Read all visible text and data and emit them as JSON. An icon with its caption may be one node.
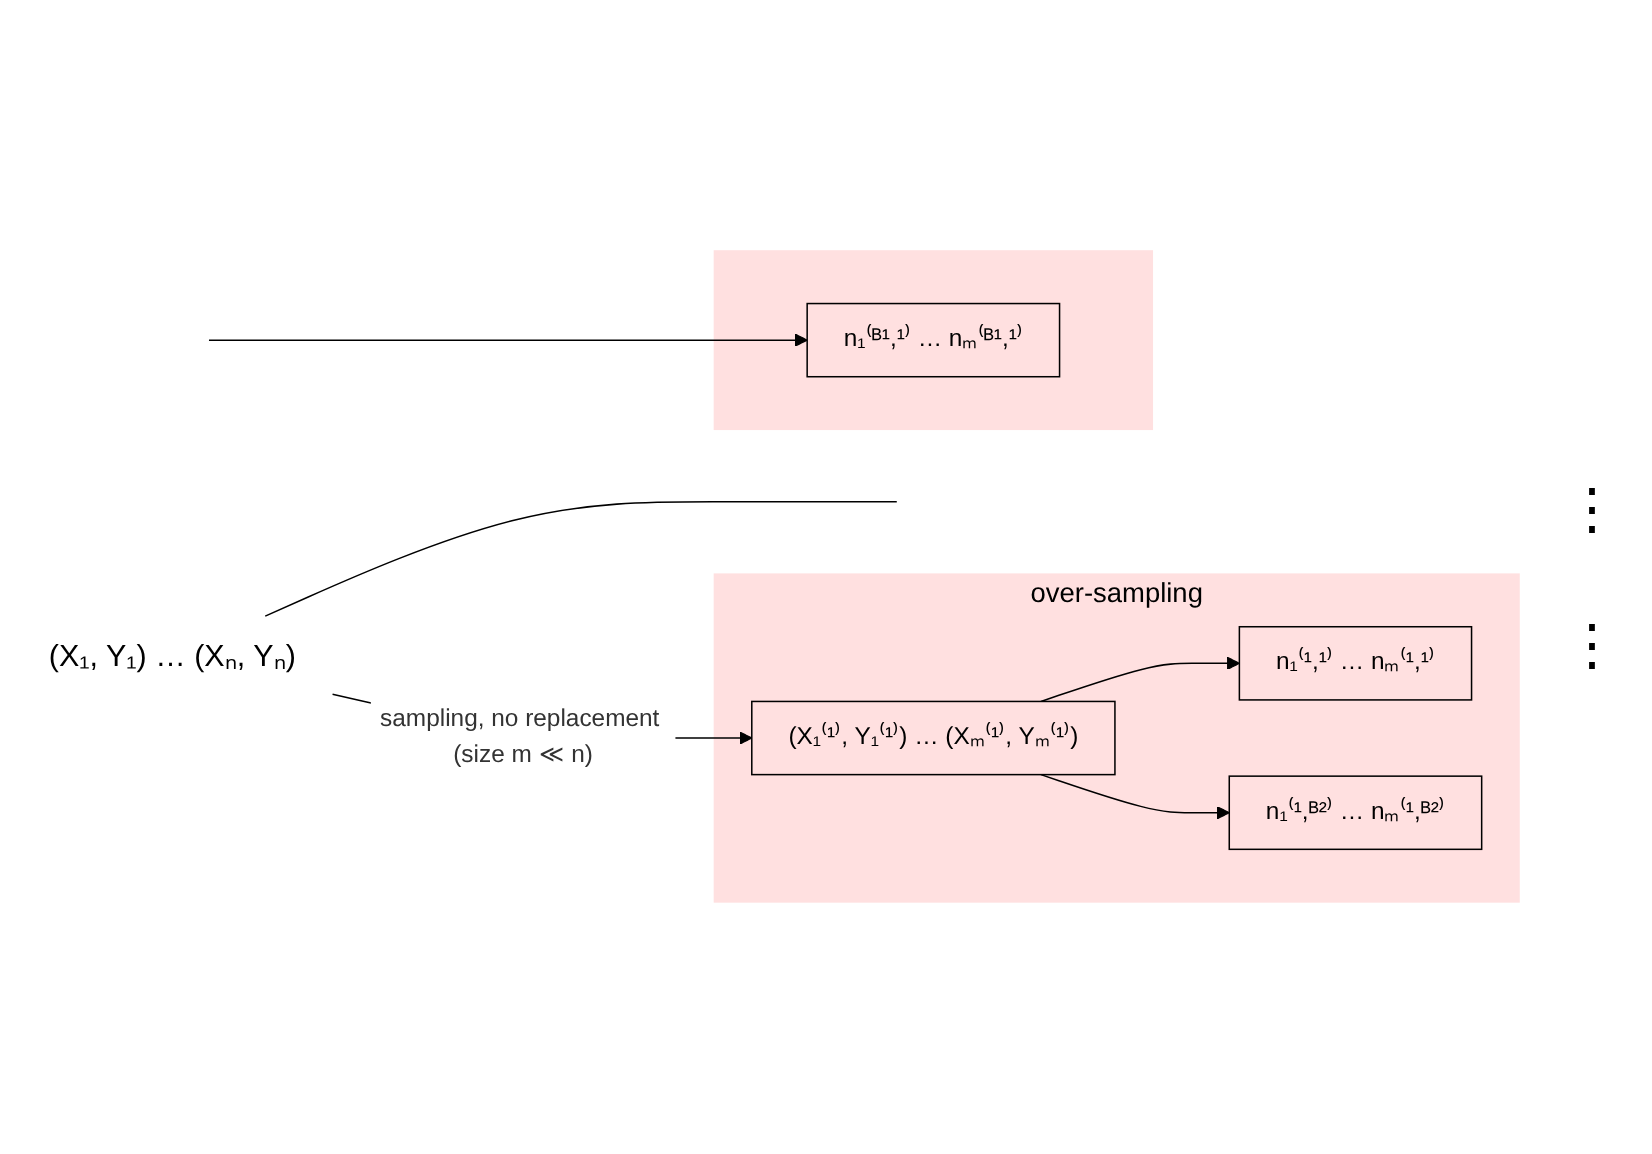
{
  "diagram": {
    "nodes": [
      {
        "text": [
          "over-sampling"
        ]
      },
      {
        "text": [
          "(X₁⁽¹⁾, Y₁⁽¹⁾) … (Xₘ⁽¹⁾, Yₘ⁽¹⁾)"
        ],
        "in": 0
      },
      {
        "text": [
          "n₁⁽¹,¹⁾ … nₘ⁽¹,¹⁾"
        ],
        "in": 0
      },
      {
        "text": [
          "n₁⁽¹,ᴮ²⁾ … nₘ⁽¹,ᴮ²⁾"
        ],
        "in": 0
      },
      {
        "text": [
          "(X₁, Y₁) … (Xₙ, Yₙ)"
        ]
      },
      {
        "text": [],
        "shape": "box"
      },
      {
        "text": [
          "n₁⁽ᴮ¹,¹⁾ … nₘ⁽ᴮ¹,¹⁾"
        ],
        "in": 5
      }
    ],
    "edges": [
      {
        "from": 4,
        "to": 1,
        "arrow": "to",
        "label": "sampling, no replacement (size m ≪ n)"
      },
      {
        "from": 1,
        "to": 2,
        "arrow": "to"
      },
      {
        "from": 1,
        "to": 3,
        "arrow": "to"
      },
      {
        "from": 4,
        "to": null,
        "arrow": "none"
      },
      {
        "from": null,
        "to": 6,
        "arrow": "to"
      }
    ],
    "labels": [
      "⋮",
      "⋮"
    ]
  }
}
